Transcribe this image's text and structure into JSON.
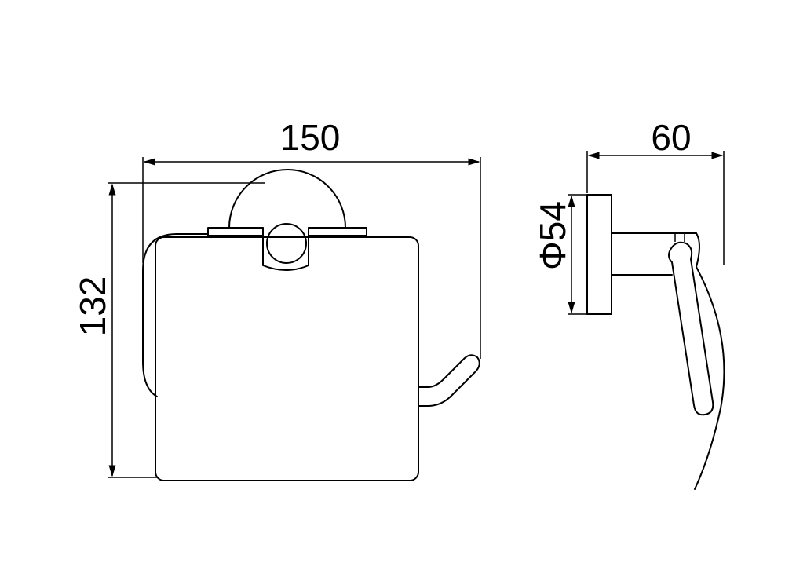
{
  "drawing": {
    "front_view": {
      "width_label": "150",
      "height_label": "132"
    },
    "side_view": {
      "depth_label": "60",
      "diameter_label": "Φ54"
    },
    "line_color": "#000000",
    "background_color": "#ffffff"
  }
}
